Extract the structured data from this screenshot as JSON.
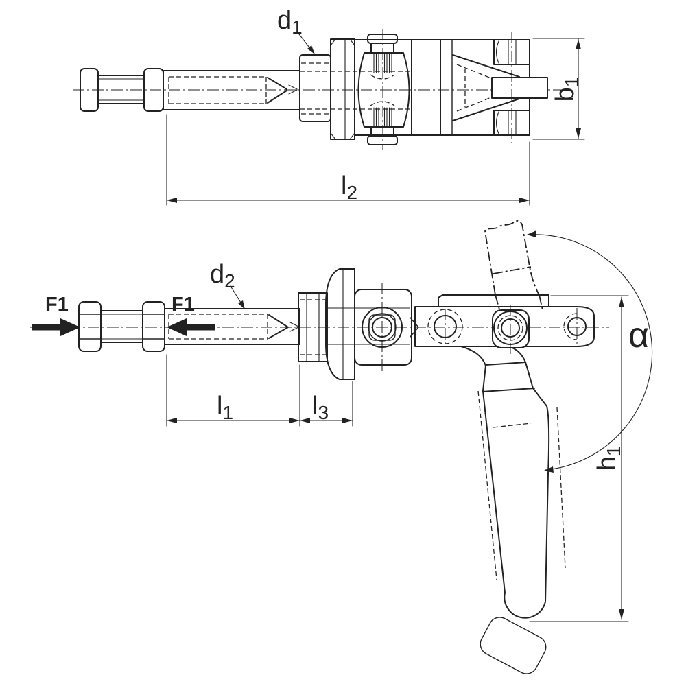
{
  "colors": {
    "background": "#ffffff",
    "line": "#222222"
  },
  "labels": {
    "d1": {
      "main": "d",
      "sub": "1"
    },
    "b1": {
      "main": "b",
      "sub": "1"
    },
    "l2": {
      "main": "l",
      "sub": "2"
    },
    "d2": {
      "main": "d",
      "sub": "2"
    },
    "l1": {
      "main": "l",
      "sub": "1"
    },
    "l3": {
      "main": "l",
      "sub": "3"
    },
    "h1": {
      "main": "h",
      "sub": "1"
    },
    "alpha": "α",
    "f1_left": "F1",
    "f1_right": "F1"
  }
}
